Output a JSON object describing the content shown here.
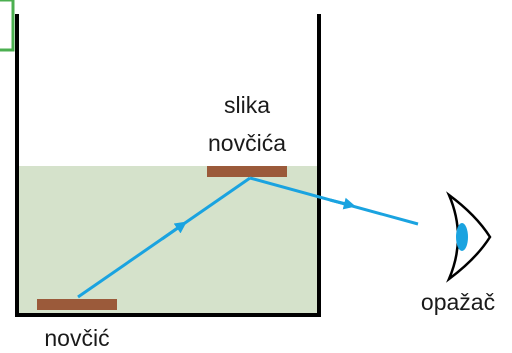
{
  "labels": {
    "coin": "novčić",
    "image_line1": "slika",
    "image_line2": "novčića",
    "observer": "opažač"
  },
  "colors": {
    "water": "#d5e2cb",
    "container": "#000000",
    "coin": "#9b5a3a",
    "ray": "#1aa3e0",
    "eye_iris": "#1aa3e0",
    "corner_mark": "#4caf50"
  },
  "icons": {
    "observer": "eye-icon"
  }
}
